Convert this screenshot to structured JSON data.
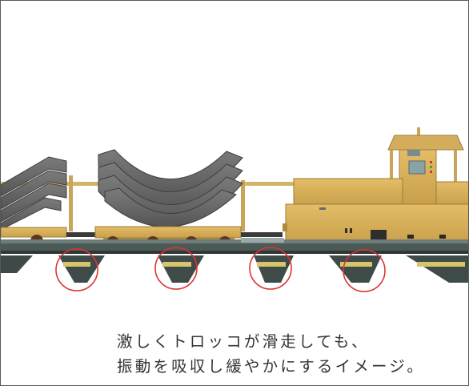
{
  "caption": {
    "line1": "激しくトロッコが滑走しても、",
    "line2": "振動を吸収し緩やかにするイメージ。"
  },
  "illustration": {
    "highlighted_pads": 4
  },
  "colors": {
    "locomotive_body": "#d9b05a",
    "rail": "#4c5a57",
    "segment": "#6c6c6c",
    "pad": "#d8c46a",
    "highlight_circle": "#dd3333",
    "wheel": "#5a3524"
  }
}
